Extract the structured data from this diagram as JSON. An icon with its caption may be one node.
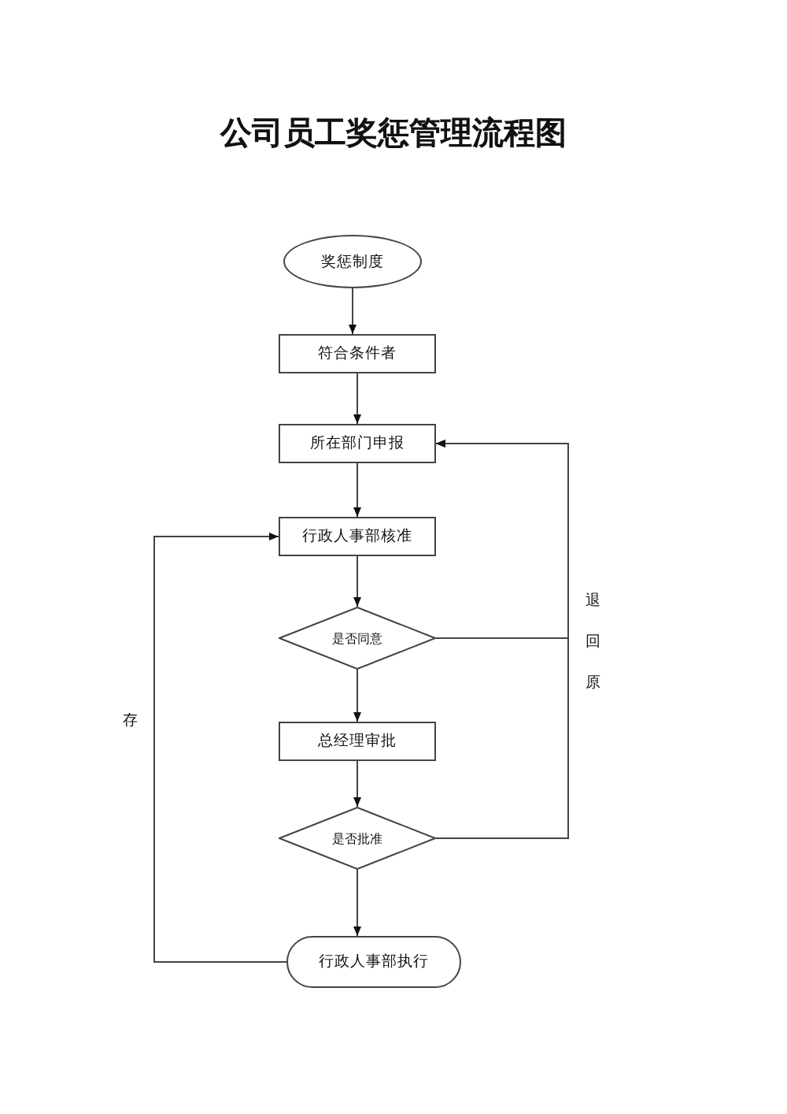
{
  "diagram": {
    "title": "公司员工奖惩管理流程图",
    "nodes": [
      {
        "text": [
          "奖惩制度"
        ]
      },
      {
        "text": [
          "符合条件者"
        ]
      },
      {
        "text": [
          "所在部门申报"
        ]
      },
      {
        "text": [
          "行政人事部核准"
        ]
      },
      {
        "text": [
          "是否同意"
        ]
      },
      {
        "text": [
          "总经理审批"
        ]
      },
      {
        "text": [
          "是否批准"
        ]
      },
      {
        "text": [
          "行政人事部执行"
        ]
      }
    ],
    "edges": [
      {
        "from": 0,
        "to": 1,
        "arrow": "to"
      },
      {
        "from": 1,
        "to": 2,
        "arrow": "to"
      },
      {
        "from": 2,
        "to": 3,
        "arrow": "to"
      },
      {
        "from": 3,
        "to": 4,
        "arrow": "to"
      },
      {
        "from": 4,
        "to": 5,
        "arrow": "to"
      },
      {
        "from": 5,
        "to": 6,
        "arrow": "to"
      },
      {
        "from": 6,
        "to": 7,
        "arrow": "to"
      },
      {
        "from": 4,
        "to": 2,
        "arrow": "to"
      },
      {
        "from": 6,
        "to": 2,
        "arrow": "to"
      },
      {
        "from": 7,
        "to": 3,
        "arrow": "to"
      }
    ],
    "labels": [
      "退回原",
      "存"
    ]
  }
}
